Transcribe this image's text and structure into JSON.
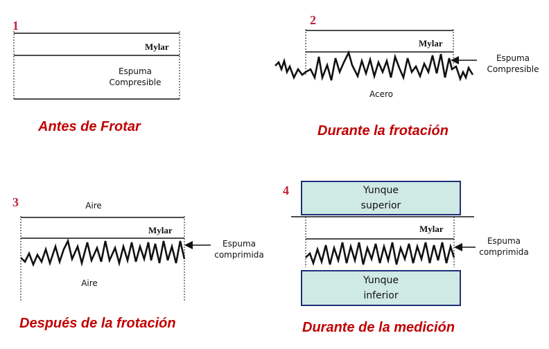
{
  "panel1": {
    "number": "1",
    "mylar": "Mylar",
    "foam_line1": "Espuma",
    "foam_line2": "Compresible",
    "caption": "Antes de Frotar"
  },
  "panel2": {
    "number": "2",
    "mylar": "Mylar",
    "foam_line1": "Espuma",
    "foam_line2": "Compresible",
    "steel": "Acero",
    "caption": "Durante la frotación"
  },
  "panel3": {
    "number": "3",
    "air_top": "Aire",
    "mylar": "Mylar",
    "foam_line1": "Espuma",
    "foam_line2": "comprimida",
    "air_bottom": "Aire",
    "caption": "Después de la frotación"
  },
  "panel4": {
    "number": "4",
    "upper_anvil_line1": "Yunque",
    "upper_anvil_line2": "superior",
    "mylar": "Mylar",
    "foam_line1": "Espuma",
    "foam_line2": "comprimida",
    "lower_anvil_line1": "Yunque",
    "lower_anvil_line2": "inferior",
    "caption": "Durante de la medición"
  },
  "colors": {
    "number": "#c0203a",
    "caption": "#c00000",
    "anvil_fill": "#cfe9e4",
    "anvil_border": "#1f2f7a"
  }
}
